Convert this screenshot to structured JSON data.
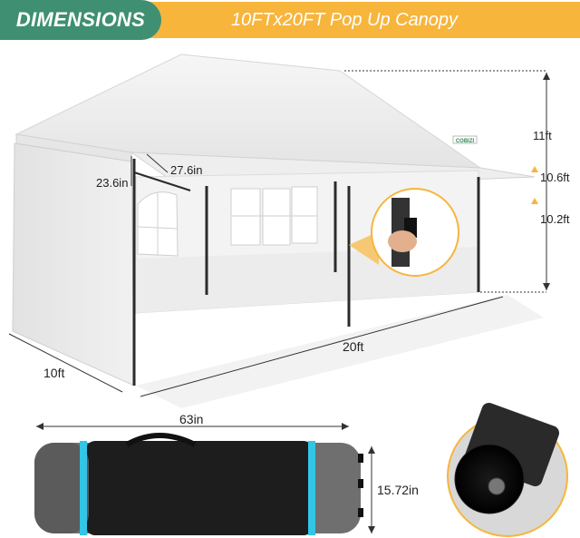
{
  "banner": {
    "title": "DIMENSIONS",
    "subtitle": "10FTx20FT Pop Up Canopy"
  },
  "brand": {
    "logo_text": "COBIZI"
  },
  "dimensions": {
    "total_height": "11ft",
    "eave_height_outer": "10.6ft",
    "eave_height_inner": "10.2ft",
    "awning_drop": "23.6in",
    "awning_depth": "27.6in",
    "length": "20ft",
    "width": "10ft",
    "bag_length": "63in",
    "bag_height": "15.72in"
  },
  "colors": {
    "banner_orange": "#f7b53c",
    "banner_green": "#3f8f72",
    "bag_body": "#3a3a3a",
    "strap_accent": "#33c5e6",
    "detail_highlight": "#f7b53c"
  }
}
